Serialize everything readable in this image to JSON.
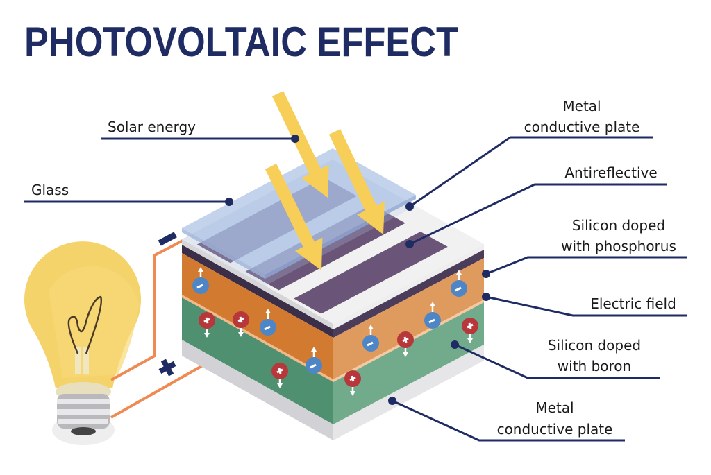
{
  "title": "PHOTOVOLTAIC  EFFECT",
  "labels": {
    "solar_energy": "Solar energy",
    "glass": "Glass",
    "metal_top_1": "Metal",
    "metal_top_2": "conductive plate",
    "antireflective": "Antireflective",
    "phosphorus_1": "Silicon doped",
    "phosphorus_2": "with phosphorus",
    "electric_field": "Electric field",
    "boron_1": "Silicon doped",
    "boron_2": "with boron",
    "metal_bottom_1": "Metal",
    "metal_bottom_2": "conductive plate"
  },
  "terminals": {
    "negative": "−",
    "positive": "+"
  },
  "colors": {
    "navy": "#1f2b63",
    "orange_layer": "#d9833a",
    "green_layer": "#5a9a78",
    "purple": "#6a5578",
    "glass": "#a9c0e4",
    "sun": "#f7cf58",
    "wire": "#ef8a52",
    "electron": "#4f86c6",
    "hole": "#b7373a"
  }
}
